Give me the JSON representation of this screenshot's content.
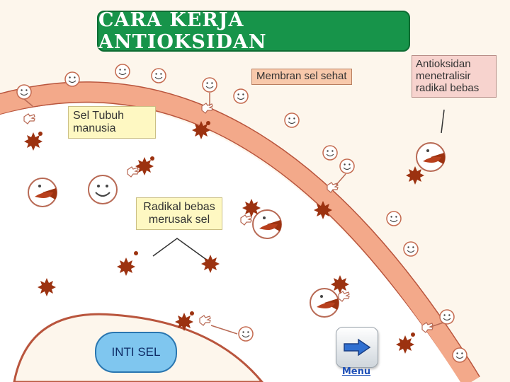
{
  "title": "CARA KERJA ANTIOKSIDAN",
  "labels": {
    "membran": "Membran sel sehat",
    "antioksidan": "Antioksidan menetralisir radikal bebas",
    "sel_tubuh": "Sel Tubuh manusia",
    "radikal": "Radikal bebas merusak sel",
    "inti_sel": "INTI SEL"
  },
  "menu": {
    "label": "Menu",
    "icon": "right-arrow-icon"
  },
  "colors": {
    "title_green": "#17944a",
    "membrane": "#f3a98a",
    "radical": "#9c3210",
    "nucleus_fill": "#7fc6ef",
    "arrow_blue": "#2f6fd1"
  }
}
